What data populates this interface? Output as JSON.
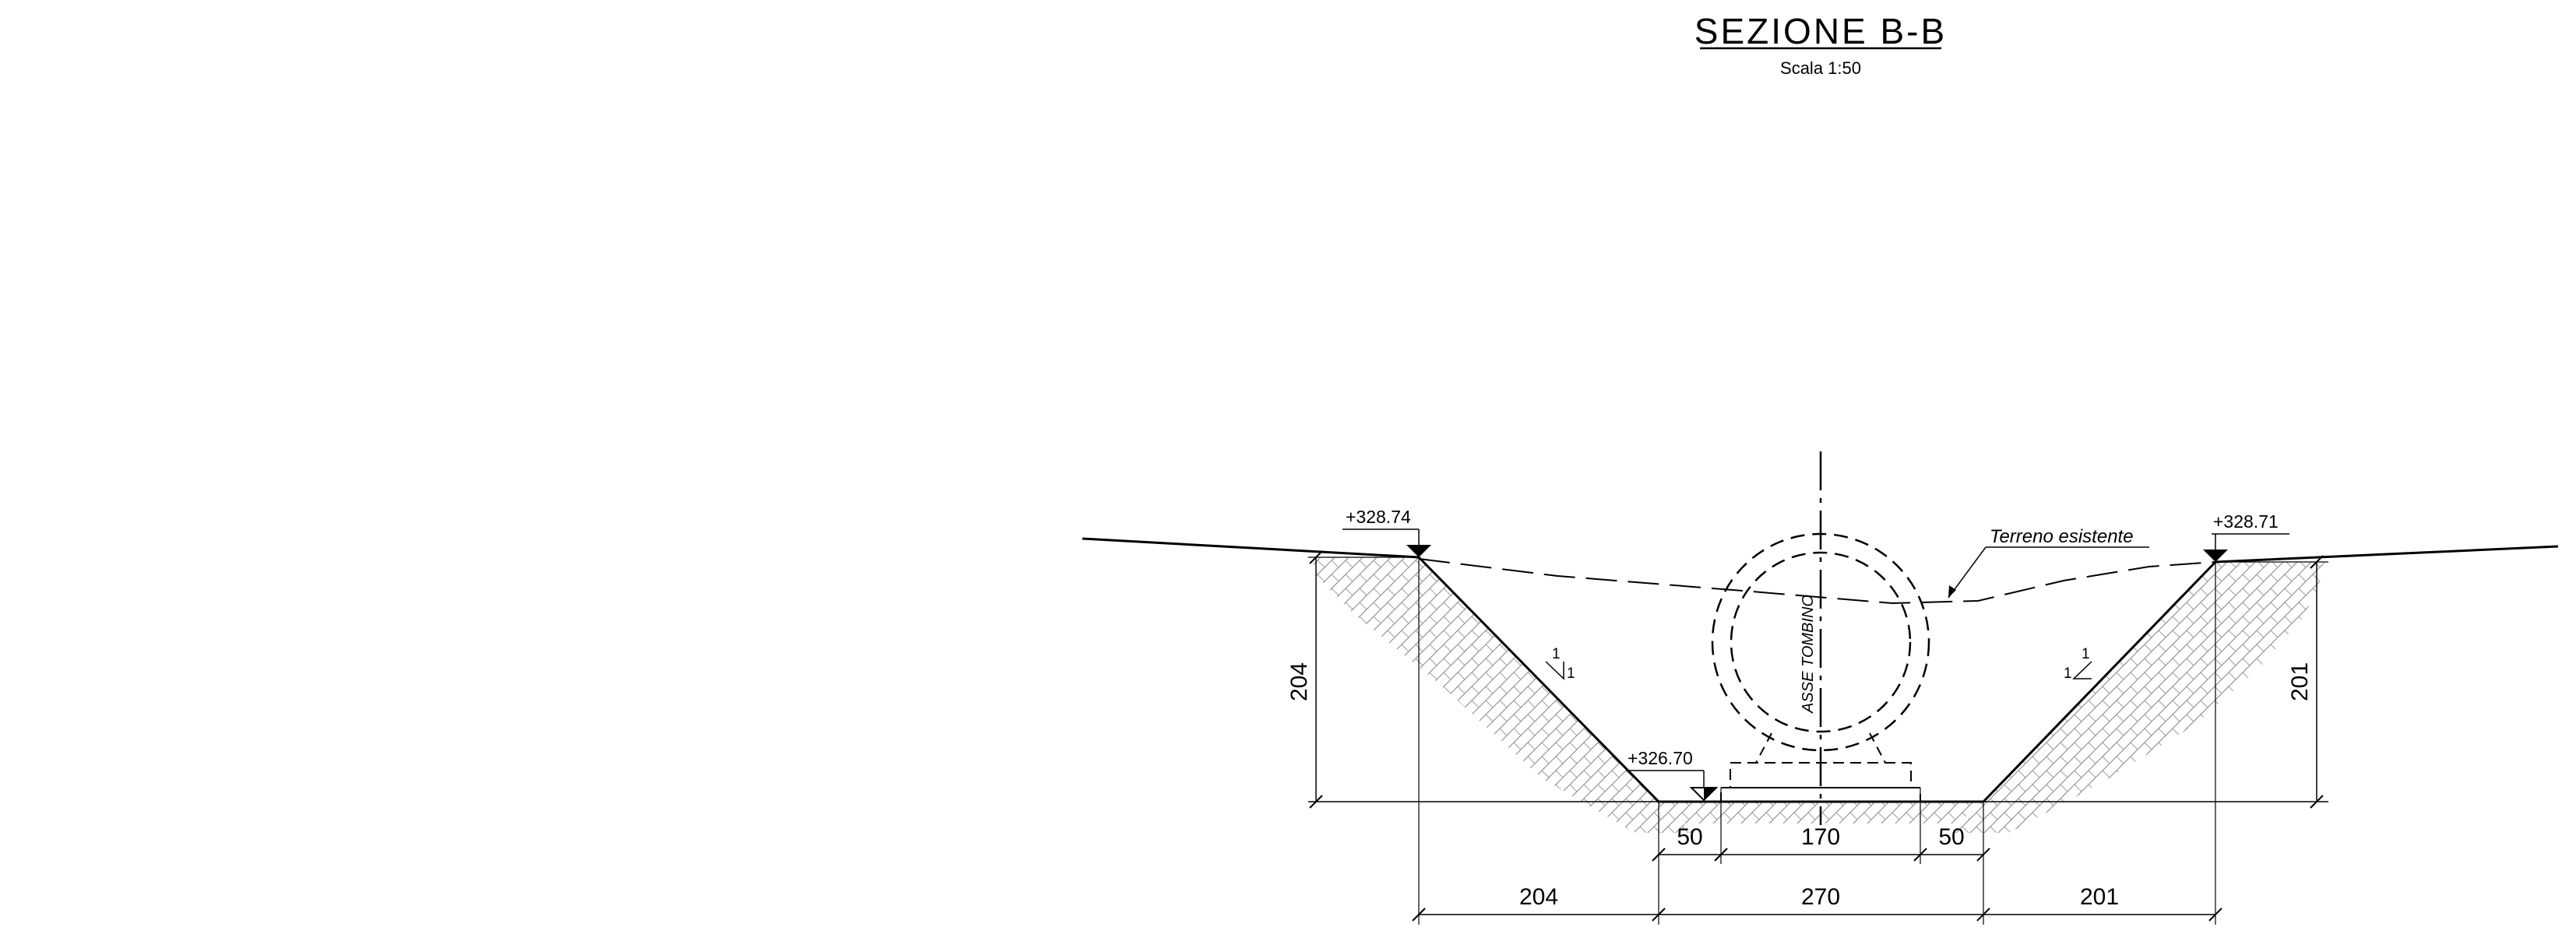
{
  "title": "SEZIONE B-B",
  "scale": "Scala 1:50",
  "labels": {
    "elev_left": "+328.74",
    "elev_right": "+328.71",
    "elev_bottom": "+326.70",
    "terrain": "Terreno esistente",
    "axis": "ASSE TOMBINO",
    "slope_left_v": "1",
    "slope_left_h": "1",
    "slope_right_v": "1",
    "slope_right_h": "1"
  },
  "dimensions": {
    "height_left": "204",
    "height_right": "201",
    "bottom_left_50": "50",
    "bottom_center": "170",
    "bottom_right_50": "50",
    "bottom_total": "270",
    "top_left": "204",
    "top_right": "201"
  }
}
